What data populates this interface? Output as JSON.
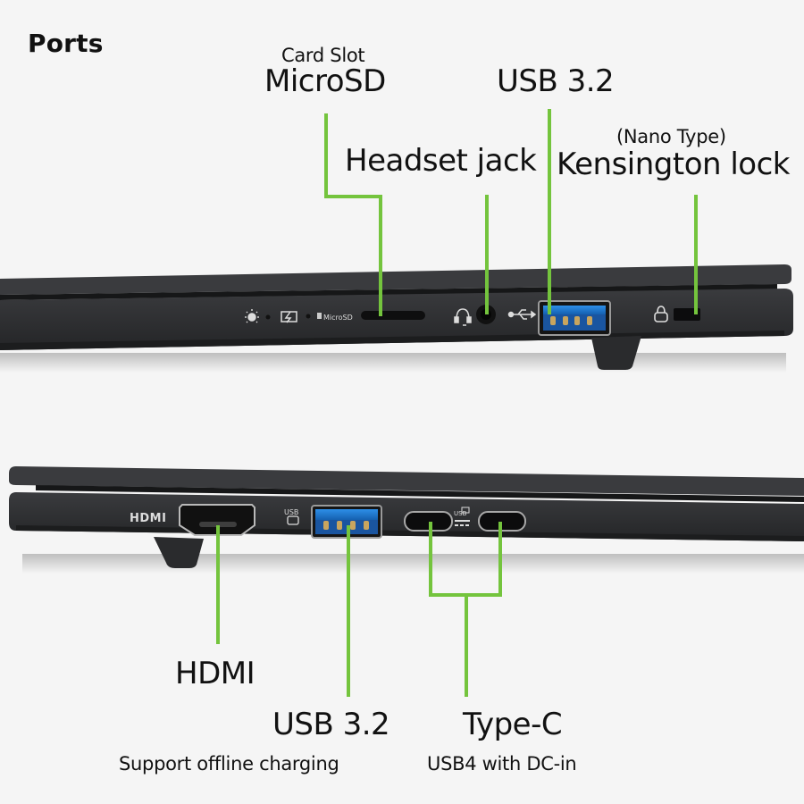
{
  "title": "Ports",
  "colors": {
    "callout_line": "#74c43d",
    "laptop_body": "#2e2f31",
    "usb_blue": "#1f7fd6",
    "background": "#f5f5f5"
  },
  "top_side": {
    "labels": [
      {
        "id": "microsd",
        "sub": "Card Slot",
        "main": "MicroSD"
      },
      {
        "id": "headset",
        "main": "Headset jack"
      },
      {
        "id": "usb32_top",
        "main": "USB 3.2"
      },
      {
        "id": "kensington",
        "sub": "(Nano Type)",
        "main": "Kensington lock"
      }
    ],
    "engravings": {
      "microsd_text": "MicroSD"
    },
    "icons": [
      "light-bulb-icon",
      "battery-charge-icon",
      "sd-card-icon",
      "headset-icon",
      "usb-icon",
      "kensington-lock-icon"
    ]
  },
  "bottom_side": {
    "labels": [
      {
        "id": "hdmi",
        "main": "HDMI"
      },
      {
        "id": "usb32_bottom",
        "main": "USB 3.2",
        "sub": "Support offline charging"
      },
      {
        "id": "typec",
        "main": "Type-C",
        "sub": "USB4 with DC-in"
      }
    ],
    "engravings": {
      "hdmi_text": "HDMI",
      "usb_text": "USB"
    },
    "icons": [
      "usb-charge-icon",
      "display-port-icon",
      "dc-in-icon"
    ]
  }
}
